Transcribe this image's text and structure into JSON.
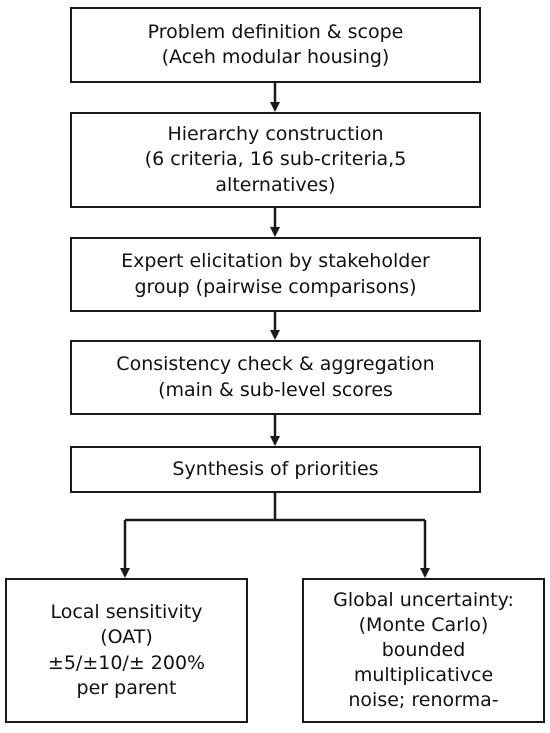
{
  "steps": {
    "problem": {
      "line1": "Problem definition & scope",
      "line2": "(Aceh modular housing)"
    },
    "hierarchy": {
      "line1": "Hierarchy construction",
      "line2": "(6 criteria, 16 sub-criteria,5",
      "line3": "alternatives)"
    },
    "elicitation": {
      "line1": "Expert elicitation by stakeholder",
      "line2": "group (pairwise comparisons)"
    },
    "consistency": {
      "line1": "Consistency check & aggregation",
      "line2": "(main & sub-level scores"
    },
    "synthesis": {
      "line1": "Synthesis of priorities"
    },
    "local": {
      "line1": "Local sensitivity",
      "line2": "(OAT)",
      "line3": "±5/±10/± 200%",
      "line4": "per parent"
    },
    "global": {
      "line1": "Global uncertainty:",
      "line2": "(Monte Carlo)",
      "line3": "bounded",
      "line4": "multiplicativce",
      "line5": "noise; renorma-"
    }
  },
  "colors": {
    "stroke": "#1a1a1a",
    "background": "#ffffff"
  }
}
